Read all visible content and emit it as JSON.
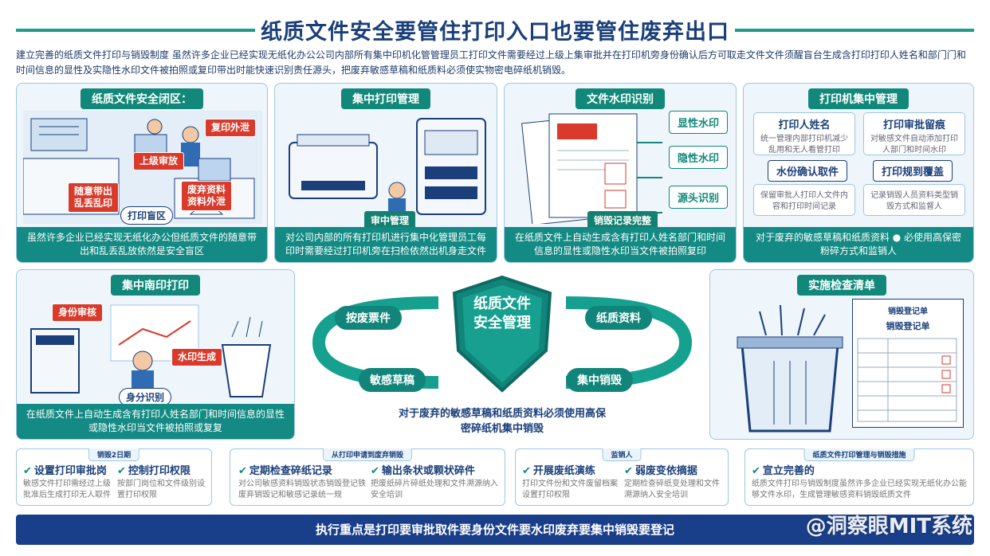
{
  "title": "纸质文件安全要管住打印入口也要管住废弃出口",
  "intro": "建立完善的纸质文件打印与销毁制度 虽然许多企业已经实现无纸化办公公司内部所有集中印机化管管理员工打印文件需要经过上级上集审批并在打印机旁身份确认后方可取走文件文件须醒盲台生成含打印打印人姓名和部门门和时间信息的显性及实隐性水印文件被拍照或复印带出时能快速识别责任源头，把废弃敏感草稿和纸质料必须使实物密电碎纸机销毁。",
  "panels": {
    "closed_loop": {
      "title": "纸质文件安全闭区：",
      "tags": [
        "复印外泄",
        "上级审放",
        "随意带出\n乱丢乱印",
        "废弃资料\n资料外泄",
        "打印盲区"
      ],
      "footer": "虽然许多企业已经实现无纸化办公但纸质文件的随意带出和乱丢乱放依然是安全盲区"
    },
    "central_print": {
      "title": "集中打印管理",
      "tag": "审中管理",
      "footer": "对公司内部的所有打印机进行集中化管理员工每印时需要经过打印机旁在扫检依然出机身走文件"
    },
    "watermark": {
      "title": "文件水印识别",
      "labels": [
        "显性水印",
        "隐性水印",
        "源头识别"
      ],
      "tag": "销毁记录完整",
      "footer": "在纸质文件上自动生成含有打印人姓名部门和时间信息的显性或隐性水印当文件被拍照复印"
    },
    "printer_mgmt": {
      "title": "打印机集中管理",
      "boxes": [
        {
          "head": "打印人姓名",
          "body": "统一管理内部打印机减少乱用和无人看管打印"
        },
        {
          "head": "打印审批留痕",
          "body": "对敏感文件自动添加打印人部门和时间水印"
        },
        {
          "head": "保留审批人打印人文件内容和打印时间记录"
        },
        {
          "head": "记录销毁人员资料类型销毁方式和监督人"
        }
      ],
      "buttons": [
        "水份确认取件",
        "打印规到覆盖"
      ],
      "footer": "对于废弃的敏感草稿和纸质资料 ● 必使用高保密粉碎方式和监销人"
    },
    "central_reprint": {
      "title": "集中南印打印",
      "tags": [
        "身份审核",
        "水印生成",
        "身分识别"
      ],
      "footer": "在纸质文件上自动生成含有打印人姓名部门和时间信息的显性或隐性水印当文件被拍照或复复"
    },
    "checklist": {
      "title": "实施检查清单",
      "sheet_title": "销毁登记单",
      "sheet_subtitle": "销毁登记单"
    }
  },
  "center": {
    "shield": "纸质文件\n安全管理",
    "cycle": [
      "按废票件",
      "纸质资料",
      "敏感草稿",
      "集中销毁"
    ],
    "caption": "对于废弃的敏感草稿和纸质资料必须使用高保密碎纸机集中销毁"
  },
  "bottom_cards": [
    {
      "tab": "销毁2日期",
      "items": [
        {
          "title": "设置打印审批岗",
          "desc": "敏感文件打印需经过上级批准后生成打印无人取件"
        },
        {
          "title": "控制打印权限",
          "desc": "按部门岗位和文件级别设置打印权限"
        }
      ]
    },
    {
      "tab": "从打印申请到废弃销毁",
      "items": [
        {
          "title": "定期检查碎纸记录",
          "desc": "对公司敏感资料销毁状态销毁登记铁废弃销毁记和敏感记录统一规"
        },
        {
          "title": "输出条状或颗状碎件",
          "desc": "把废纸碎片碎纸处理和文件溯源纳入安全培训"
        }
      ]
    },
    {
      "tab": "监销人",
      "items": [
        {
          "title": "开展废纸演练",
          "desc": "打印文件份和文件废留档案设置打印权限"
        },
        {
          "title": "弱废变依摘据",
          "desc": "定期检查碎纸变处理和文件溯源纳入安全培训"
        }
      ]
    },
    {
      "tab": "纸质文件打印管理与销毁措施",
      "items": [
        {
          "title": "宣立完善的",
          "desc": "纸质文件打印与销毁制度虽然许多企业已经实现无纸化办公能够文件水印，生成管理敏感资料销毁纸质文件"
        }
      ]
    }
  ],
  "bottom_bar": "执行重点是打印要审批取件要身份文件要水印废弃要集中销毁要登记",
  "watermark_text": "@洞察眼MIT系统",
  "colors": {
    "accent": "#11887a",
    "navy": "#1a3f7a",
    "alert": "#d93a2b",
    "panel_bg": "#eef5fb"
  }
}
